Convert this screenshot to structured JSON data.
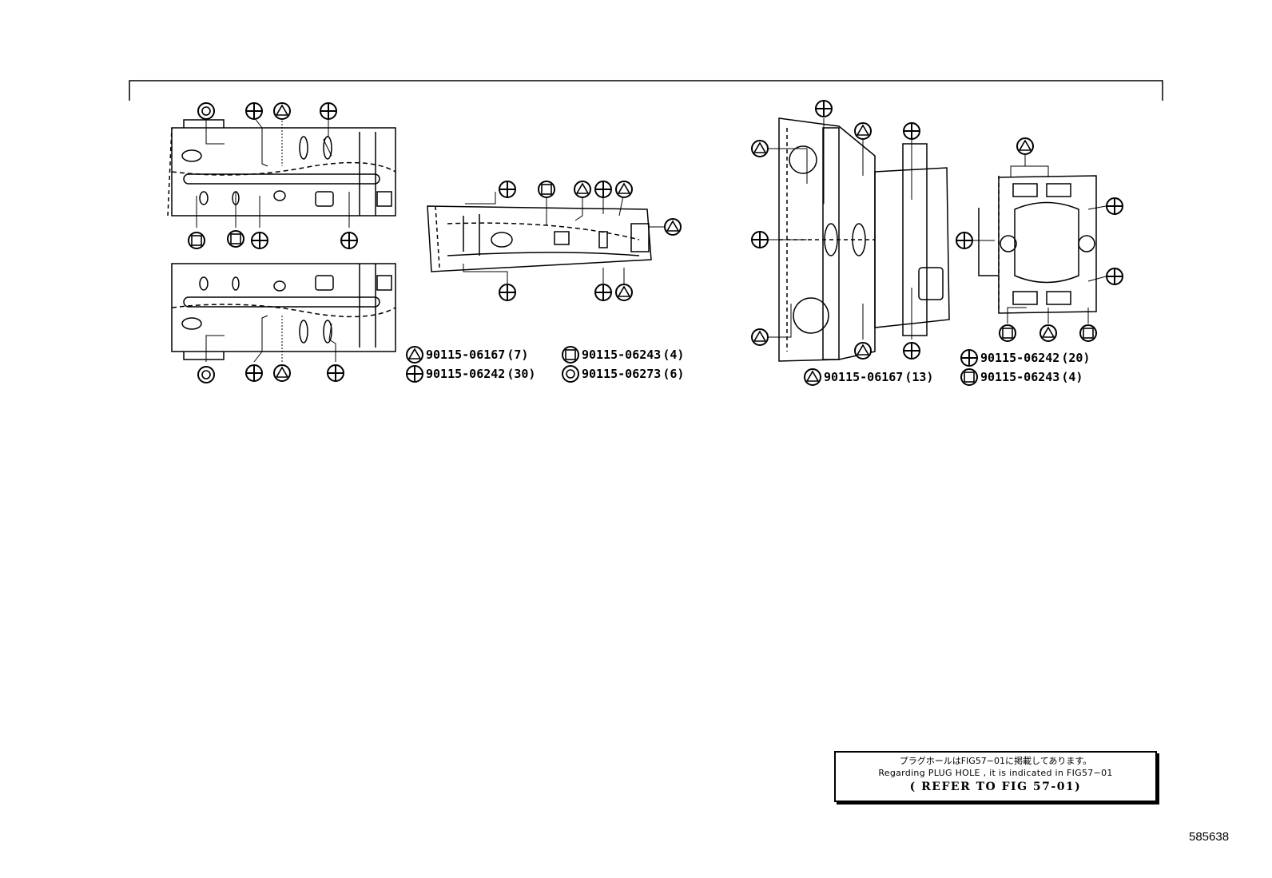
{
  "legend_left": [
    {
      "symbol": "triangle-circle",
      "part": "90115-06167",
      "qty": "(7)"
    },
    {
      "symbol": "square-circle",
      "part": "90115-06243",
      "qty": "(4)"
    },
    {
      "symbol": "cross-circle",
      "part": "90115-06242",
      "qty": "(30)"
    },
    {
      "symbol": "ring-circle",
      "part": "90115-06273",
      "qty": "(6)"
    }
  ],
  "legend_right": [
    {
      "symbol": "cross-circle",
      "part": "90115-06242",
      "qty": "(20)"
    },
    {
      "symbol": "triangle-circle",
      "part": "90115-06167",
      "qty": "(13)"
    },
    {
      "symbol": "square-circle",
      "part": "90115-06243",
      "qty": "(4)"
    }
  ],
  "note": {
    "line_jp": "プラグホールはFIG57−01に掲載してあります。",
    "line_en": "Regarding PLUG HOLE , it is indicated in FIG57−01",
    "line_ref": "( REFER TO FIG 57-01)"
  },
  "figure_id": "585638"
}
